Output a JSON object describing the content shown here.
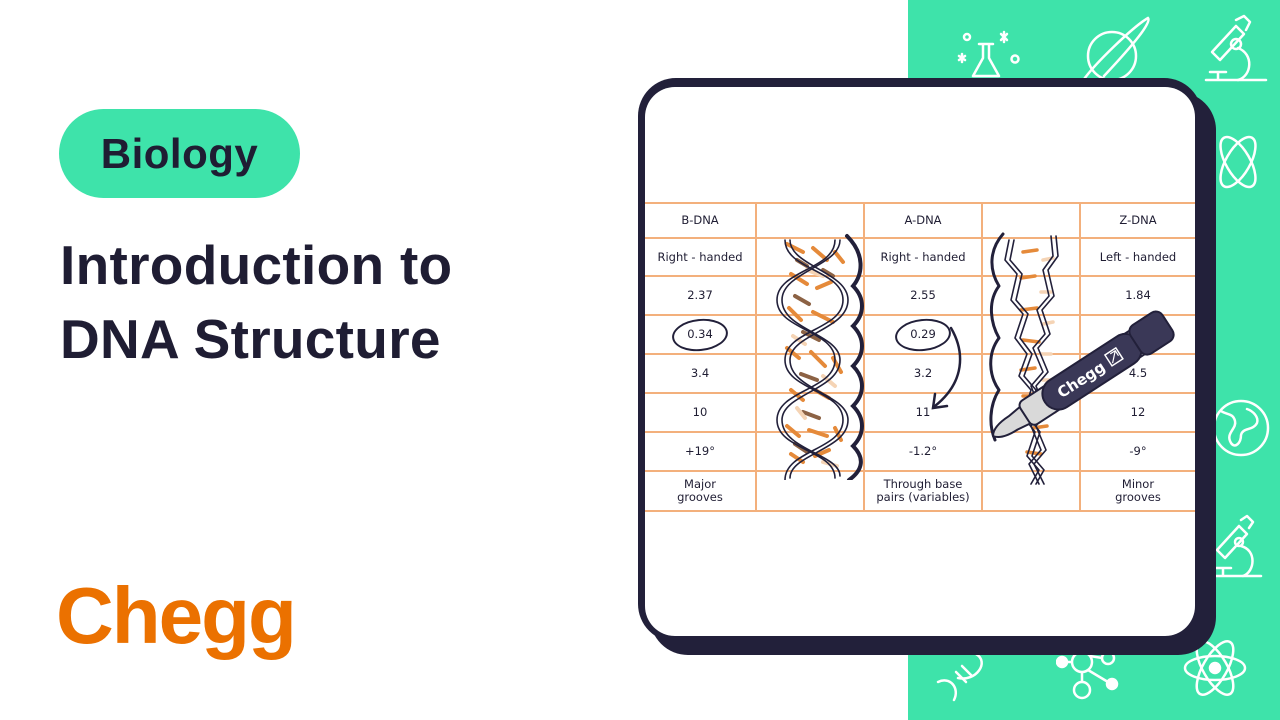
{
  "subject_badge": "Biology",
  "title_line1": "Introduction to",
  "title_line2": "DNA Structure",
  "brand": "Chegg",
  "pen_label": "Chegg",
  "colors": {
    "accent_green": "#3ee3aa",
    "brand_orange": "#eb7100",
    "dark_navy": "#1f1d33",
    "table_line": "#f3b07c"
  },
  "background_icons": [
    "flask-icon",
    "planet-icon",
    "microscope-icon",
    "atom-icon",
    "globe-icon",
    "microscope-icon",
    "atom-icon",
    "dna-icon",
    "molecule-icon",
    "atom-icon"
  ],
  "table": {
    "columns": [
      {
        "header": "B-DNA",
        "rows": [
          "Right - handed",
          "2.37",
          "0.34",
          "3.4",
          "10",
          "+19°",
          "Major grooves"
        ]
      },
      {
        "header": "A-DNA",
        "rows": [
          "Right - handed",
          "2.55",
          "0.29",
          "3.2",
          "11",
          "-1.2°",
          "Through base pairs (variables)"
        ]
      },
      {
        "header": "Z-DNA",
        "rows": [
          "Left - handed",
          "1.84",
          "",
          "4.5",
          "12",
          "-9°",
          "Minor grooves"
        ]
      }
    ],
    "illustrations": [
      "b-dna-helix",
      "z-dna-helix"
    ]
  }
}
